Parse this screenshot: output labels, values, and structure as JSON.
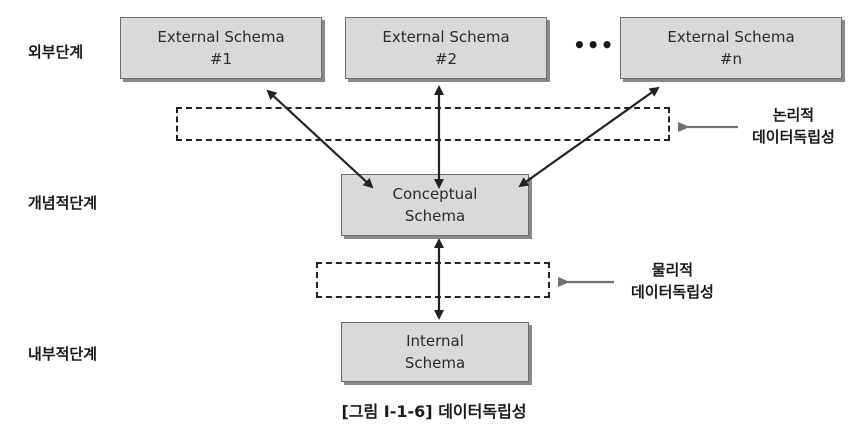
{
  "levels": {
    "external": "외부단계",
    "conceptual": "개념적단계",
    "internal": "내부적단계"
  },
  "external_schemas": [
    {
      "line1": "External Schema",
      "line2": "#1"
    },
    {
      "line1": "External Schema",
      "line2": "#2"
    },
    {
      "line1": "External Schema",
      "line2": "#n"
    }
  ],
  "ellipsis": "•••",
  "conceptual_schema": {
    "line1": "Conceptual",
    "line2": "Schema"
  },
  "internal_schema": {
    "line1": "Internal",
    "line2": "Schema"
  },
  "logical_independence": {
    "line1": "논리적",
    "line2": "데이터독립성"
  },
  "physical_independence": {
    "line1": "물리적",
    "line2": "데이터독립성"
  },
  "caption": "[그림 Ⅰ-1-6] 데이터독립성",
  "colors": {
    "box_fill": "#d9d9d9",
    "box_border": "#6e6e6e",
    "arrow": "#222222",
    "pointer_arrow": "#707070"
  }
}
